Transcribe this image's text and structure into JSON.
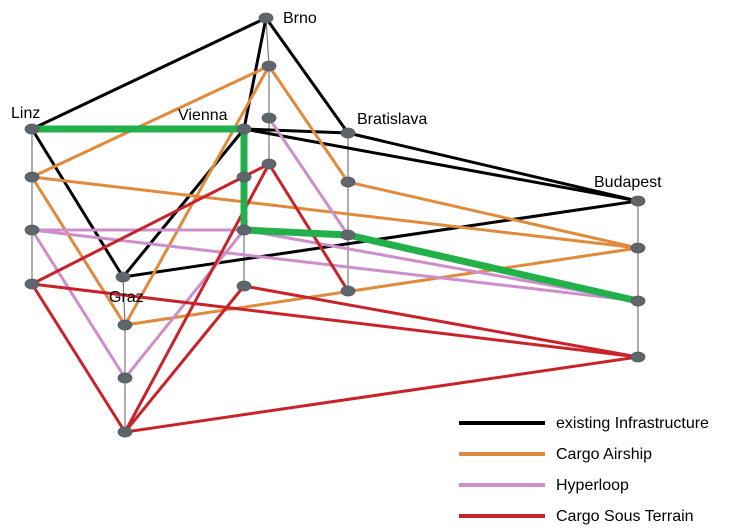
{
  "cities": [
    {
      "id": "brno",
      "label": "Brno"
    },
    {
      "id": "linz",
      "label": "Linz"
    },
    {
      "id": "vienna",
      "label": "Vienna"
    },
    {
      "id": "bratislava",
      "label": "Bratislava"
    },
    {
      "id": "budapest",
      "label": "Budapest"
    },
    {
      "id": "graz",
      "label": "Graz"
    }
  ],
  "legend": [
    {
      "id": "existing",
      "label": "existing Infrastructure",
      "color": "#000000"
    },
    {
      "id": "airship",
      "label": "Cargo Airship",
      "color": "#e08a3c"
    },
    {
      "id": "hyperloop",
      "label": "Hyperloop",
      "color": "#cc8fcc"
    },
    {
      "id": "cst",
      "label": "Cargo Sous Terrain",
      "color": "#c8232a"
    }
  ],
  "highlight_route": {
    "color": "#22b04b",
    "path": [
      "linz.existing",
      "vienna.existing",
      "vienna.hyperloop",
      "bratislava.hyperloop",
      "budapest.hyperloop"
    ]
  },
  "node_color": "#5f666b",
  "edges": {
    "existing": [
      [
        "linz",
        "brno"
      ],
      [
        "brno",
        "vienna"
      ],
      [
        "brno",
        "bratislava"
      ],
      [
        "linz",
        "graz"
      ],
      [
        "graz",
        "vienna"
      ],
      [
        "graz",
        "budapest"
      ],
      [
        "vienna",
        "budapest"
      ],
      [
        "vienna",
        "bratislava"
      ],
      [
        "bratislava",
        "budapest"
      ]
    ],
    "airship": [
      [
        "linz",
        "brno"
      ],
      [
        "brno",
        "graz"
      ],
      [
        "brno",
        "bratislava"
      ],
      [
        "linz",
        "graz"
      ],
      [
        "linz",
        "budapest"
      ],
      [
        "graz",
        "budapest"
      ],
      [
        "bratislava",
        "budapest"
      ]
    ],
    "hyperloop": [
      [
        "linz",
        "vienna"
      ],
      [
        "linz",
        "graz"
      ],
      [
        "vienna",
        "graz"
      ],
      [
        "linz",
        "budapest"
      ],
      [
        "vienna",
        "budapest"
      ],
      [
        "brno",
        "bratislava"
      ]
    ],
    "cst": [
      [
        "linz",
        "brno"
      ],
      [
        "linz",
        "graz"
      ],
      [
        "graz",
        "vienna"
      ],
      [
        "graz",
        "brno"
      ],
      [
        "graz",
        "budapest"
      ],
      [
        "linz",
        "budapest"
      ],
      [
        "vienna",
        "budapest"
      ],
      [
        "brno",
        "bratislava"
      ]
    ]
  }
}
